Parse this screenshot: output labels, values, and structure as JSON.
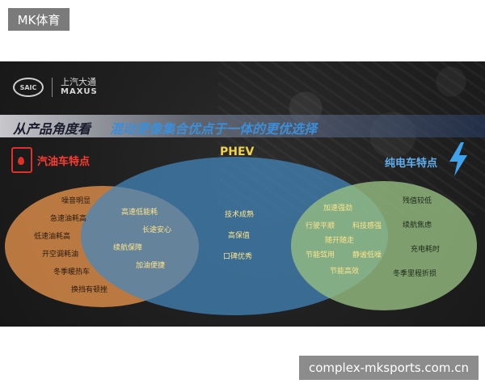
{
  "page": {
    "corner_tag": "MK体育",
    "footer": "complex-mksports.com.cn"
  },
  "slide": {
    "logo": {
      "oval": "SAIC",
      "brand_cn": "上汽大通",
      "brand_en": "MAXUS"
    },
    "title_left": "从产品角度看",
    "title_right": "混动更像集合优点于一体的更优选择",
    "hev_label": "汽油车特点",
    "phev_label": "PHEV",
    "bev_label": "纯电车特点",
    "icons": {
      "fuel": "fuel-pump-icon",
      "bolt": "lightning-bolt-icon"
    },
    "colors": {
      "hev": "#d68a48",
      "phev": "#4488be",
      "bev": "#96be82",
      "accent_blue": "#3d8ed8",
      "accent_red": "#e0302a"
    },
    "hev_items": [
      "噪音明显",
      "急速油耗高",
      "低速油耗高",
      "开空调耗油",
      "冬季暖热车",
      "换挡有顿挫"
    ],
    "hev_overlap_items": [
      "高速低能耗",
      "长途安心",
      "续航保障",
      "加油便捷"
    ],
    "phev_items": [
      "技术成熟",
      "高保值",
      "口碑优秀"
    ],
    "bev_overlap_items": [
      "加速强劲",
      "行驶平顺",
      "科技感强",
      "随开随走",
      "节能驾用",
      "静谧低噪",
      "节能高效"
    ],
    "bev_items": [
      "残值较低",
      "续航焦虑",
      "充电耗时",
      "冬季里程折损"
    ]
  }
}
